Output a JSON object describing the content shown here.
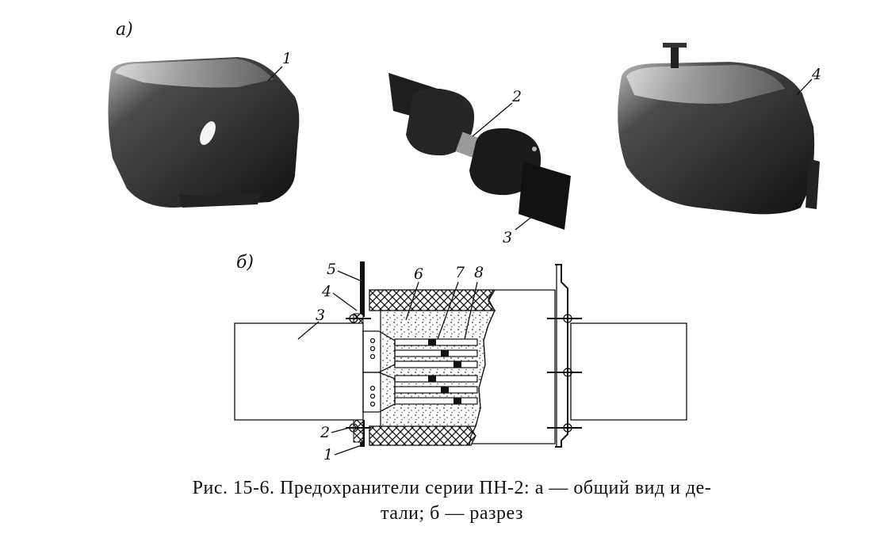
{
  "figure": {
    "part_a_label": "а)",
    "part_b_label": "б)",
    "callouts_a": [
      "1",
      "2",
      "3",
      "4"
    ],
    "callouts_b": [
      "1",
      "2",
      "3",
      "4",
      "5",
      "6",
      "7",
      "8"
    ]
  },
  "caption": {
    "line1": "Рис. 15-6. Предохранители серии ПН-2: а — общий вид и де-",
    "line2": "тали; б — разрез"
  }
}
